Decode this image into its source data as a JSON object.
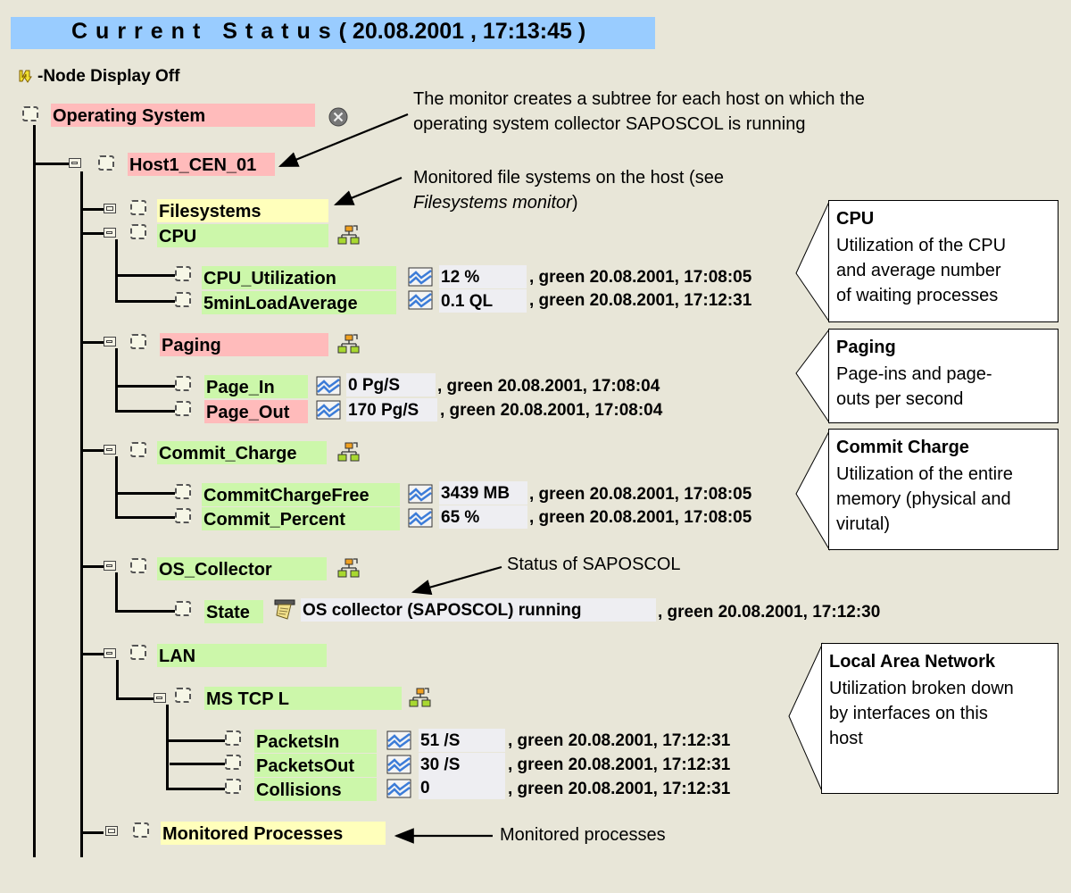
{
  "header": {
    "title_label": "Current Status",
    "title_datetime": "( 20.08.2001 , 17:13:45 )"
  },
  "node_display": {
    "icon": "node-display-toggle-icon",
    "label": "-Node Display Off"
  },
  "tree": {
    "root": {
      "label": "Operating System",
      "status_color": "red",
      "icon": "inactive-x-icon"
    },
    "host": {
      "label": "Host1_CEN_01",
      "status_color": "red"
    },
    "filesystems": {
      "label": "Filesystems",
      "status_color": "yellow"
    },
    "cpu": {
      "label": "CPU",
      "status_color": "green",
      "icon": "analysis-method-icon",
      "children": [
        {
          "label": "CPU_Utilization",
          "value": "12 %",
          "status": ", green 20.08.2001, 17:08:05",
          "status_color": "green"
        },
        {
          "label": "5minLoadAverage",
          "value": "0.1 QL",
          "status": ", green 20.08.2001, 17:12:31",
          "status_color": "green"
        }
      ]
    },
    "paging": {
      "label": "Paging",
      "status_color": "red",
      "icon": "analysis-method-icon",
      "children": [
        {
          "label": "Page_In",
          "value": "0 Pg/S",
          "status": ", green 20.08.2001, 17:08:04",
          "status_color": "green"
        },
        {
          "label": "Page_Out",
          "value": "170 Pg/S",
          "status": ", green 20.08.2001, 17:08:04",
          "status_color": "red"
        }
      ]
    },
    "commit_charge": {
      "label": "Commit_Charge",
      "status_color": "green",
      "icon": "analysis-method-icon",
      "children": [
        {
          "label": "CommitChargeFree",
          "value": "3439 MB",
          "status": ", green 20.08.2001, 17:08:05",
          "status_color": "green"
        },
        {
          "label": "Commit_Percent",
          "value": "65 %",
          "status": ", green 20.08.2001, 17:08:05",
          "status_color": "green"
        }
      ]
    },
    "os_collector": {
      "label": "OS_Collector",
      "status_color": "green",
      "icon": "analysis-method-icon",
      "children": [
        {
          "label": "State",
          "value": "OS collector (SAPOSCOL) running",
          "status": ", green 20.08.2001, 17:12:30",
          "status_color": "green",
          "icon": "text-attribute-icon"
        }
      ]
    },
    "lan": {
      "label": "LAN",
      "status_color": "green",
      "interface": {
        "label": "MS TCP L",
        "status_color": "green",
        "icon": "analysis-method-icon",
        "children": [
          {
            "label": "PacketsIn",
            "value": "51 /S",
            "status": ", green 20.08.2001, 17:12:31",
            "status_color": "green"
          },
          {
            "label": "PacketsOut",
            "value": "30 /S",
            "status": ", green 20.08.2001, 17:12:31",
            "status_color": "green"
          },
          {
            "label": "Collisions",
            "value": "0",
            "status": ", green 20.08.2001, 17:12:31",
            "status_color": "green"
          }
        ]
      }
    },
    "monitored_processes": {
      "label": "Monitored Processes",
      "status_color": "yellow"
    }
  },
  "annotations": {
    "host_note": [
      "The monitor creates a subtree for each host on which the",
      "operating system collector SAPOSCOL is running"
    ],
    "filesystems_note_line1": "Monitored file systems on the host (see",
    "filesystems_note_italic": "Filesystems monitor",
    "filesystems_note_end": ")",
    "saposcol_note": "Status of SAPOSCOL",
    "processes_note": "Monitored processes"
  },
  "callouts": [
    {
      "title": "CPU",
      "lines": [
        "Utilization of the CPU",
        "and average number",
        "of waiting processes"
      ]
    },
    {
      "title": "Paging",
      "lines": [
        "Page-ins and page-",
        "outs per second"
      ]
    },
    {
      "title": "Commit Charge",
      "lines": [
        "Utilization of the entire",
        "memory (physical and",
        "virutal)"
      ]
    },
    {
      "title": "Local Area Network",
      "lines": [
        "Utilization broken down",
        "by interfaces on this",
        "host"
      ]
    }
  ],
  "colors": {
    "background": "#e8e6d8",
    "title_bar": "#99ccff",
    "status_red": "#ffbbbb",
    "status_green": "#ccf7aa",
    "status_yellow": "#ffffbb",
    "value_bg": "#eeeef2"
  }
}
